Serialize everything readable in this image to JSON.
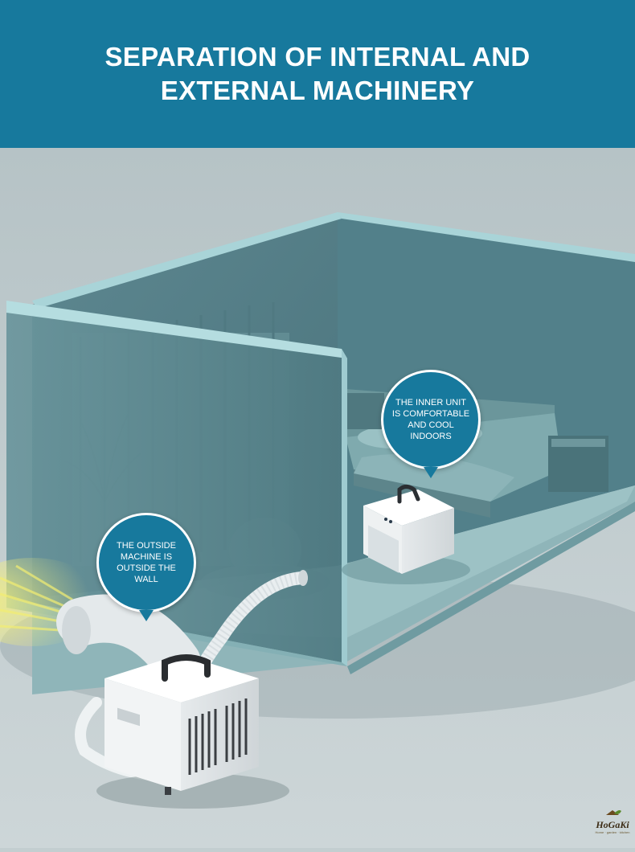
{
  "header": {
    "title": "SEPARATION OF INTERNAL AND EXTERNAL MACHINERY"
  },
  "callouts": {
    "inner_unit": "THE INNER UNIT IS COMFORTABLE AND COOL INDOORS",
    "outside_machine": "THE OUTSIDE MACHINE IS OUTSIDE THE WALL"
  },
  "logo": {
    "name": "HoGaKi",
    "tagline": "Home · garden · kitchen"
  },
  "colors": {
    "header_bg": "#17799d",
    "room_wall": "#5f8b93",
    "floor": "#90b7bb",
    "unit_white": "#f4f6f7"
  }
}
